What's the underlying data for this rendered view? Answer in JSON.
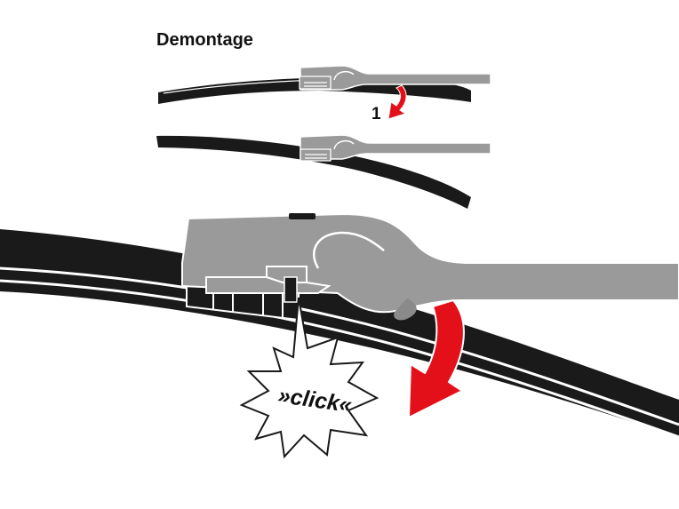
{
  "title": "Demontage",
  "step_label": "1",
  "click_label": "»click«",
  "colors": {
    "blade": "#1a1a1a",
    "arm": "#9a9a9a",
    "arm_dark": "#8a8a8a",
    "arrow": "#e3101a",
    "outline": "#ffffff",
    "text": "#111111"
  }
}
